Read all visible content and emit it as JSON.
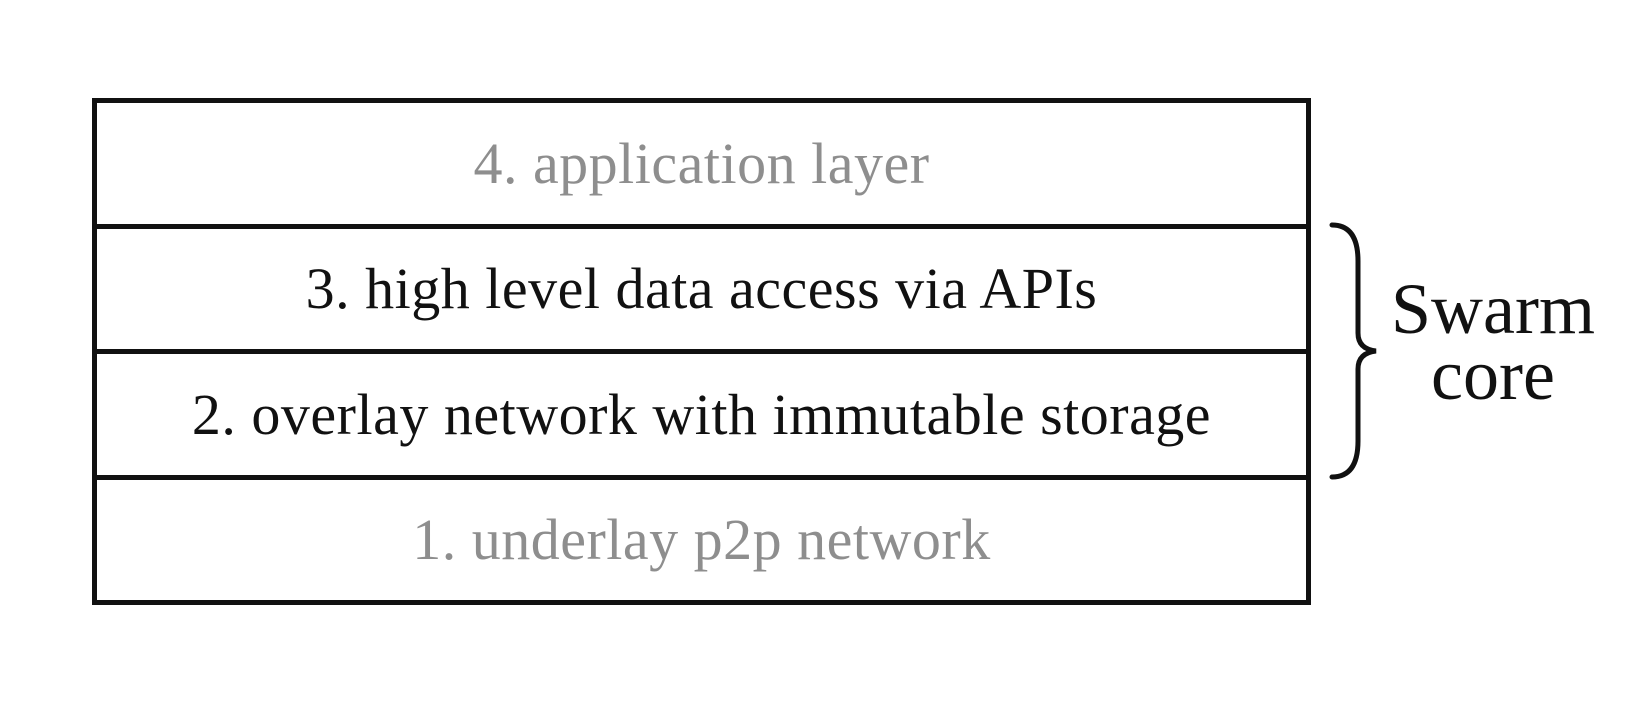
{
  "diagram": {
    "layers": [
      {
        "label": "4. application layer"
      },
      {
        "label": "3. high level data access via APIs"
      },
      {
        "label": "2. overlay network with immutable storage"
      },
      {
        "label": "1. underlay p2p network"
      }
    ],
    "brace_label": {
      "line1": "Swarm",
      "line2": "core"
    },
    "colors": {
      "border": "#111111",
      "text": "#111111",
      "muted_text": "#8e8e8e",
      "background": "#ffffff"
    }
  }
}
